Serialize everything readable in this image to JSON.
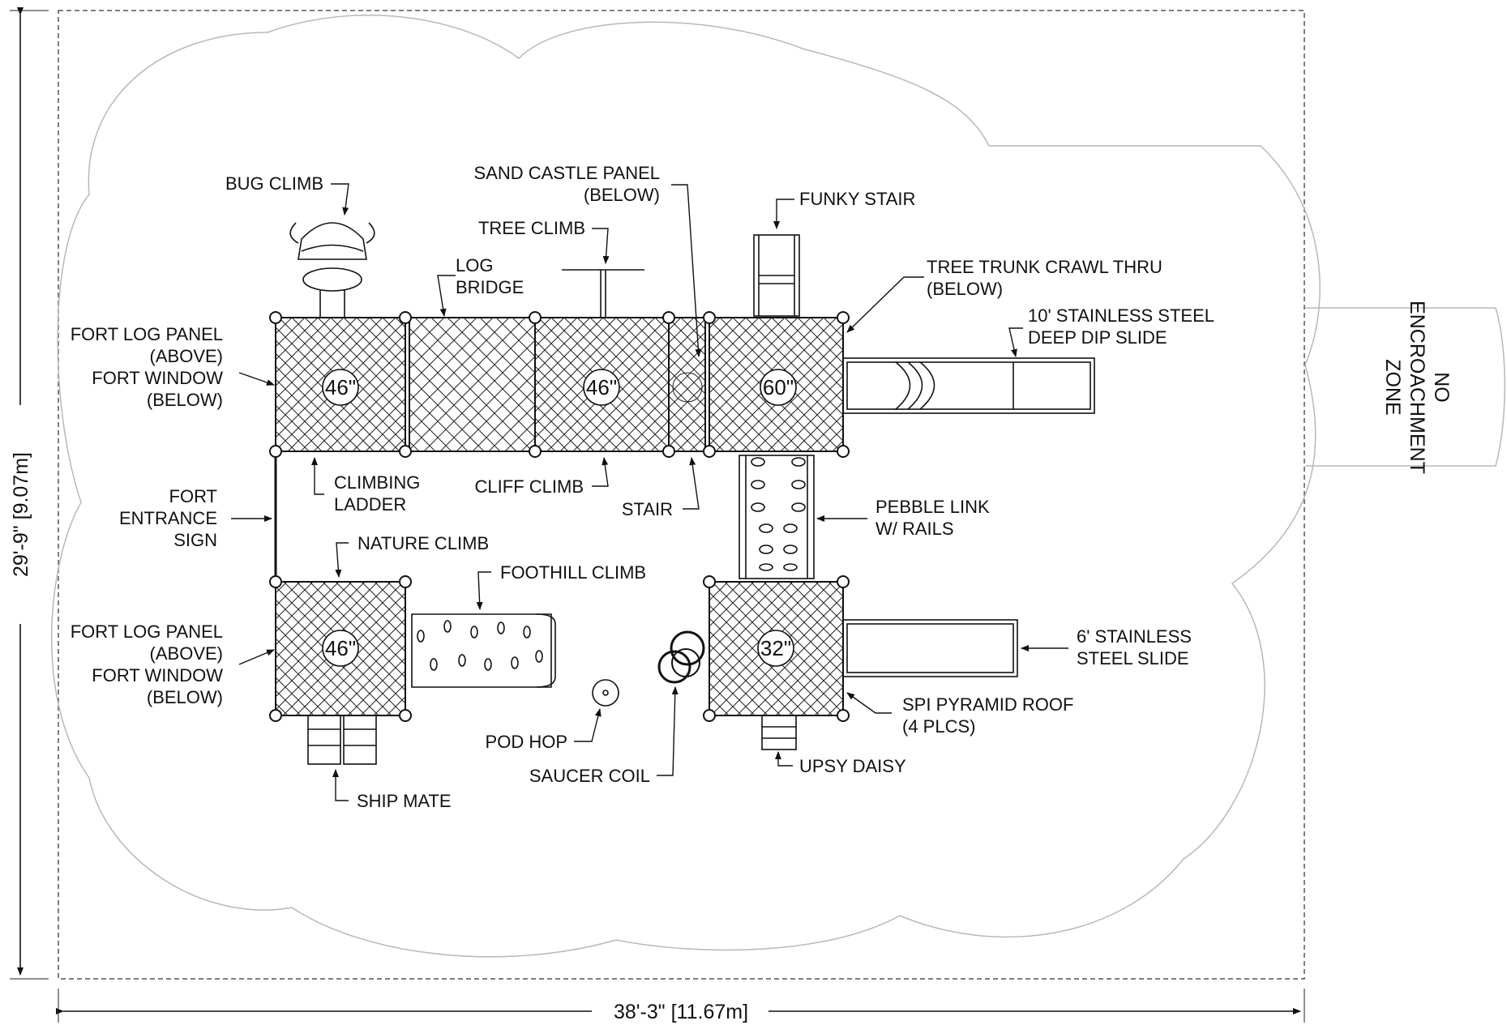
{
  "dimensions": {
    "width_label": "38'-3\" [11.67m]",
    "height_label": "29'-9\" [9.07m]"
  },
  "zone_label": [
    "NO",
    "ENCROACHMENT",
    "ZONE"
  ],
  "decks": {
    "a": "46\"",
    "b": "46\"",
    "c": "60\"",
    "d": "46\"",
    "e": "32\""
  },
  "labels": {
    "bug_climb": "BUG CLIMB",
    "sand_castle_1": "SAND CASTLE PANEL",
    "sand_castle_2": "(BELOW)",
    "tree_climb": "TREE CLIMB",
    "log_bridge_1": "LOG",
    "log_bridge_2": "BRIDGE",
    "funky_stair": "FUNKY STAIR",
    "tree_trunk_1": "TREE TRUNK CRAWL THRU",
    "tree_trunk_2": "(BELOW)",
    "deep_dip_1": "10' STAINLESS STEEL",
    "deep_dip_2": "DEEP DIP SLIDE",
    "fort_log_top_1": "FORT LOG PANEL",
    "fort_log_top_2": "(ABOVE)",
    "fort_log_top_3": "FORT WINDOW",
    "fort_log_top_4": "(BELOW)",
    "climbing_ladder_1": "CLIMBING",
    "climbing_ladder_2": "LADDER",
    "cliff_climb": "CLIFF CLIMB",
    "stair": "STAIR",
    "fort_entrance_1": "FORT",
    "fort_entrance_2": "ENTRANCE",
    "fort_entrance_3": "SIGN",
    "pebble_link_1": "PEBBLE LINK",
    "pebble_link_2": "W/ RAILS",
    "nature_climb": "NATURE CLIMB",
    "foothill_climb": "FOOTHILL CLIMB",
    "fort_log_bot_1": "FORT LOG PANEL",
    "fort_log_bot_2": "(ABOVE)",
    "fort_log_bot_3": "FORT WINDOW",
    "fort_log_bot_4": "(BELOW)",
    "six_slide_1": "6' STAINLESS",
    "six_slide_2": "STEEL SLIDE",
    "pyramid_1": "SPI PYRAMID ROOF",
    "pyramid_2": "(4 PLCS)",
    "pod_hop": "POD HOP",
    "saucer_coil": "SAUCER COIL",
    "upsy_daisy": "UPSY DAISY",
    "ship_mate": "SHIP MATE"
  }
}
